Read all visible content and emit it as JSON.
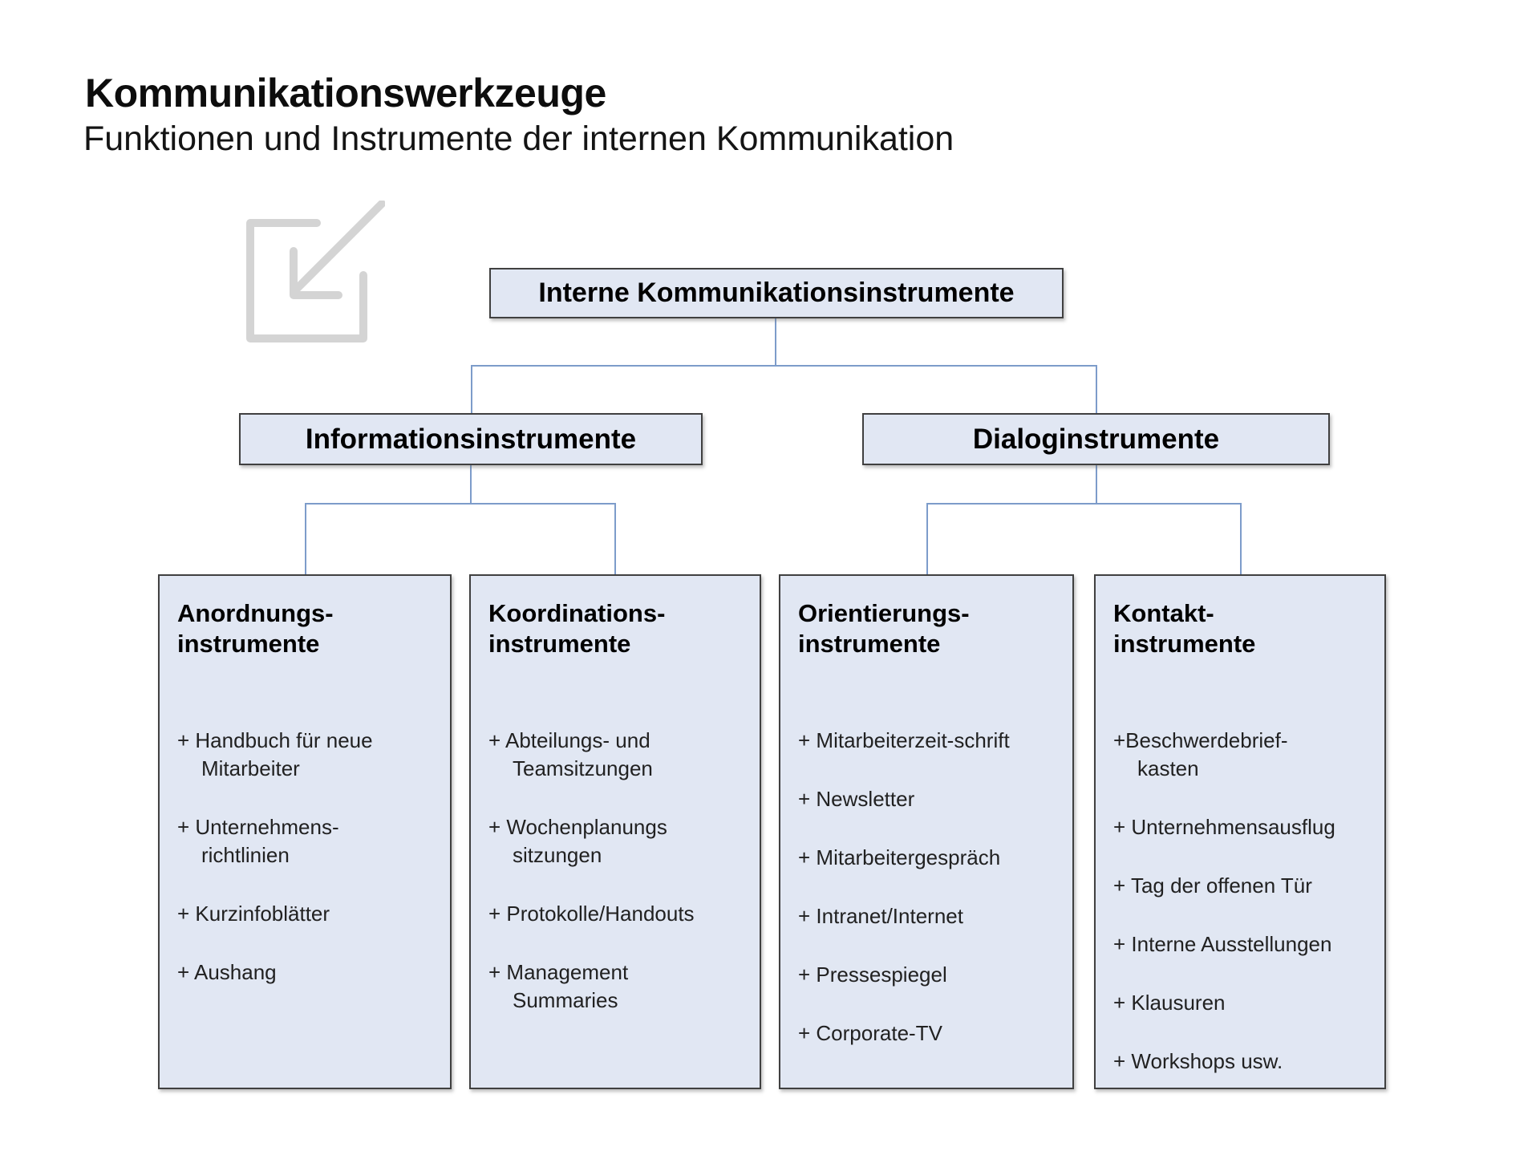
{
  "header": {
    "title": "Kommunikationswerkzeuge",
    "subtitle": "Funktionen und Instrumente der internen Kommunikation"
  },
  "icon": {
    "name": "import-arrow-icon",
    "color": "#d4d4d4"
  },
  "colors": {
    "box_fill": "#e1e7f3",
    "box_border": "#404040",
    "connector": "#7d9cca",
    "heading_text": "#000000",
    "item_text": "#212121"
  },
  "diagram": {
    "root": "Interne Kommunikationsinstrumente",
    "branches": [
      "Informationsinstrumente",
      "Dialoginstrumente"
    ],
    "groups": [
      {
        "heading": [
          "Anordnungs-",
          "instrumente"
        ],
        "items": [
          [
            "+ Handbuch für neue",
            "Mitarbeiter"
          ],
          [
            "+ Unternehmens-",
            "richtlinien"
          ],
          [
            "+ Kurzinfoblätter"
          ],
          [
            "+ Aushang"
          ]
        ]
      },
      {
        "heading": [
          "Koordinations-",
          "instrumente"
        ],
        "items": [
          [
            "+ Abteilungs- und",
            "Teamsitzungen"
          ],
          [
            "+ Wochenplanungs",
            "sitzungen"
          ],
          [
            "+ Protokolle/Handouts"
          ],
          [
            "+ Management",
            "Summaries"
          ]
        ]
      },
      {
        "heading": [
          "Orientierungs-",
          "instrumente"
        ],
        "items": [
          [
            "+ Mitarbeiterzeit-schrift"
          ],
          [
            "+ Newsletter"
          ],
          [
            "+ Mitarbeitergespräch"
          ],
          [
            "+ Intranet/Internet"
          ],
          [
            "+ Pressespiegel"
          ],
          [
            "+ Corporate-TV"
          ]
        ]
      },
      {
        "heading": [
          "Kontakt-",
          "instrumente"
        ],
        "items": [
          [
            "+Beschwerdebrief-",
            "kasten"
          ],
          [
            "+ Unternehmensausflug"
          ],
          [
            "+ Tag der offenen Tür"
          ],
          [
            "+ Interne Ausstellungen"
          ],
          [
            "+ Klausuren"
          ],
          [
            "+ Workshops usw."
          ]
        ]
      }
    ]
  }
}
